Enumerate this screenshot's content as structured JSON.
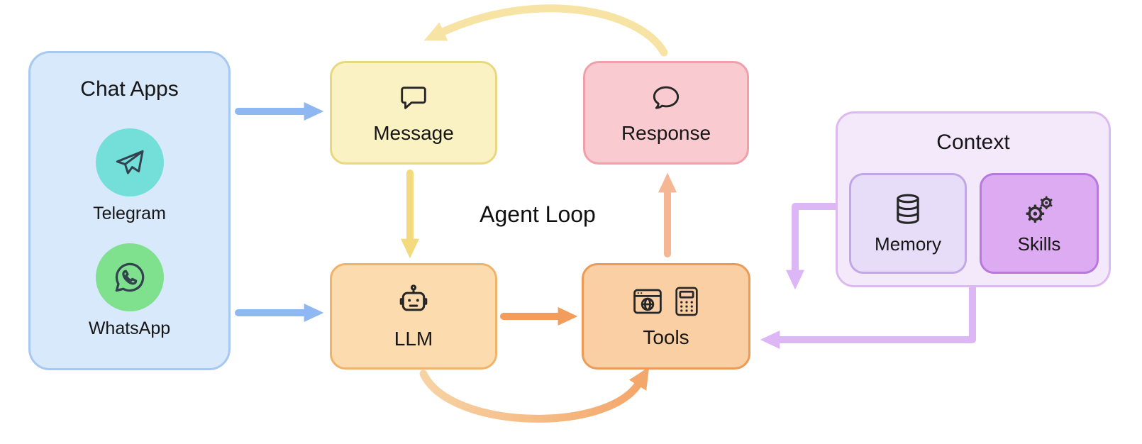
{
  "diagram": {
    "loop_label": "Agent Loop",
    "chat_apps": {
      "title": "Chat Apps",
      "apps": [
        {
          "name": "Telegram",
          "icon": "telegram-icon",
          "color": "#74dfd8"
        },
        {
          "name": "WhatsApp",
          "icon": "whatsapp-icon",
          "color": "#7fe08e"
        }
      ]
    },
    "nodes": [
      {
        "id": "message",
        "label": "Message",
        "icon": "speech-bubble-square-icon",
        "fill": "#fbf2c3",
        "border": "#e9d87f"
      },
      {
        "id": "response",
        "label": "Response",
        "icon": "speech-bubble-round-icon",
        "fill": "#f9cbd0",
        "border": "#f0a0aa"
      },
      {
        "id": "llm",
        "label": "LLM",
        "icon": "robot-icon",
        "fill": "#fcdcae",
        "border": "#f1b269"
      },
      {
        "id": "tools",
        "label": "Tools",
        "icons": [
          "browser-icon",
          "calculator-icon"
        ],
        "fill": "#f9cfa3",
        "border": "#ec9b57"
      }
    ],
    "context": {
      "title": "Context",
      "fill": "#f4e9fb",
      "border": "#dcbaee",
      "items": [
        {
          "label": "Memory",
          "icon": "database-icon",
          "fill": "#e7ddf8",
          "border": "#c2a7e7"
        },
        {
          "label": "Skills",
          "icon": "gears-icon",
          "fill": "#dcabf1",
          "border": "#b878dd"
        }
      ]
    },
    "edges": [
      {
        "from": "chat-apps",
        "to": "message",
        "color": "#8fb8f2",
        "style": "straight"
      },
      {
        "from": "chat-apps",
        "to": "llm",
        "color": "#8fb8f2",
        "style": "straight"
      },
      {
        "from": "message",
        "to": "llm",
        "color": "#f3da7e",
        "style": "straight"
      },
      {
        "from": "llm",
        "to": "tools",
        "color": "#f29d5b",
        "style": "straight"
      },
      {
        "from": "tools",
        "to": "response",
        "color": "#f5b793",
        "style": "straight"
      },
      {
        "from": "response",
        "to": "message",
        "color": "#f7e3a3",
        "style": "arc-top"
      },
      {
        "from": "llm",
        "to": "tools",
        "color": "#f4a76b",
        "style": "arc-bottom"
      },
      {
        "from": "context",
        "to": "tools",
        "color": "#ddb7f5",
        "style": "elbow-down"
      },
      {
        "from": "context",
        "to": "tools",
        "color": "#ddb7f5",
        "style": "elbow-left"
      }
    ]
  }
}
